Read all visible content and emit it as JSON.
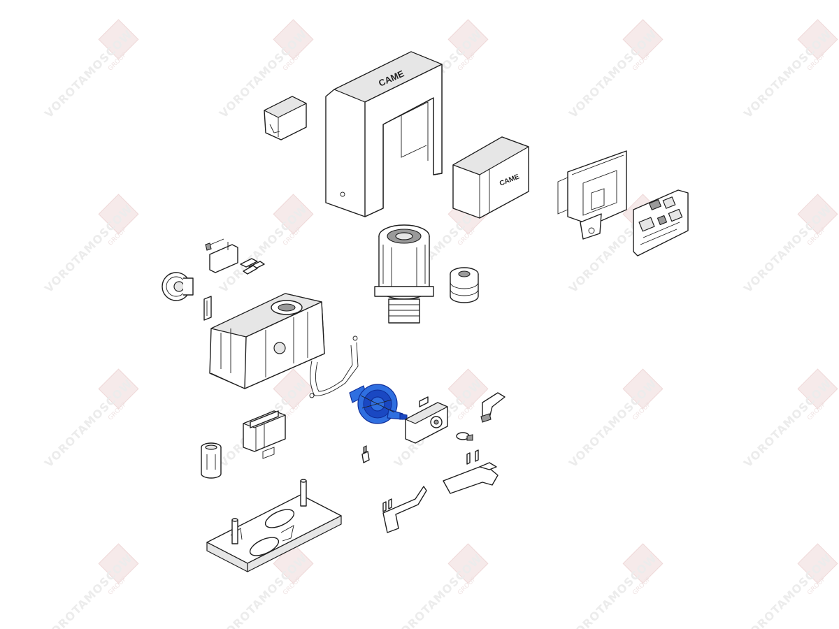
{
  "brand": {
    "cover_logo": "CAME",
    "panel_logo": "CAME"
  },
  "watermark": {
    "text": "VOROTAMOSCOW",
    "subtext": "GROUP"
  },
  "colors": {
    "highlight": "#2f6fe0",
    "watermark": "#ececec"
  },
  "diagram": {
    "highlighted_part": "worm-gear-shaft"
  }
}
